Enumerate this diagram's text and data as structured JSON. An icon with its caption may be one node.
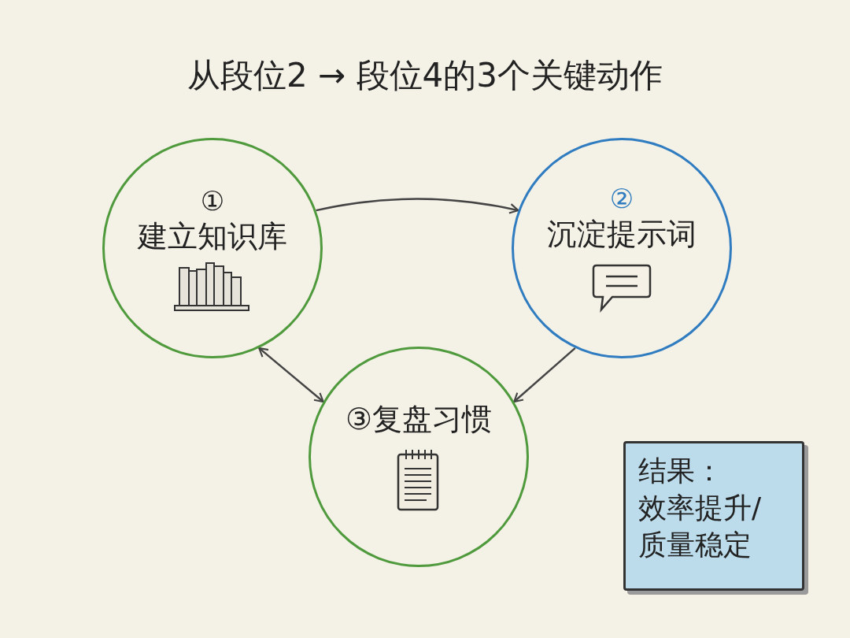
{
  "diagram": {
    "title": "从段位2 → 段位4的3个关键动作",
    "nodes": [
      {
        "text": [
          "①",
          "建立知识库"
        ]
      },
      {
        "text": [
          "②",
          "沉淀提示词"
        ]
      },
      {
        "text": [
          "③复盘习惯"
        ]
      },
      {
        "text": [
          "结果：",
          "效率提升/质量稳定"
        ]
      }
    ],
    "edges": [
      {
        "from": 0,
        "to": 1,
        "arrow": "to"
      },
      {
        "from": 1,
        "to": 2,
        "arrow": "to"
      },
      {
        "from": 0,
        "to": 2,
        "arrow": "both"
      }
    ]
  }
}
